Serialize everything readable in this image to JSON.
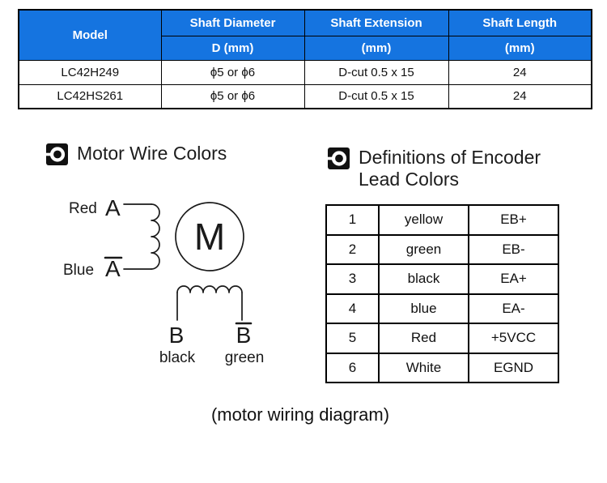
{
  "colors": {
    "header_bg": "#1574e0",
    "header_text": "#ffffff",
    "border": "#000000",
    "text": "#1a1a1a"
  },
  "spec_table": {
    "header": {
      "model": "Model",
      "col1_line1": "Shaft Diameter",
      "col1_line2": "D (mm)",
      "col2_line1": "Shaft Extension",
      "col2_line2": "(mm)",
      "col3_line1": "Shaft Length",
      "col3_line2": "(mm)"
    },
    "rows": [
      {
        "model": "LC42H249",
        "diameter": "ϕ5 or ϕ6",
        "extension": "D-cut 0.5 x 15",
        "length": "24"
      },
      {
        "model": "LC42HS261",
        "diameter": "ϕ5 or ϕ6",
        "extension": "D-cut 0.5 x 15",
        "length": "24"
      }
    ]
  },
  "sections": {
    "motor_wire_title": "Motor Wire Colors",
    "encoder_title_line1": "Definitions of Encoder",
    "encoder_title_line2": "Lead Colors"
  },
  "diagram": {
    "wire_a_color": "Red",
    "wire_a_label": "A",
    "wire_a_bar_color": "Blue",
    "wire_a_bar_label": "A",
    "motor_letter": "M",
    "wire_b_label": "B",
    "wire_b_color": "black",
    "wire_b_bar_label": "B",
    "wire_b_bar_color": "green"
  },
  "encoder_table": {
    "rows": [
      {
        "pin": "1",
        "color": "yellow",
        "signal": "EB+"
      },
      {
        "pin": "2",
        "color": "green",
        "signal": "EB-"
      },
      {
        "pin": "3",
        "color": "black",
        "signal": "EA+"
      },
      {
        "pin": "4",
        "color": "blue",
        "signal": "EA-"
      },
      {
        "pin": "5",
        "color": "Red",
        "signal": "+5VCC"
      },
      {
        "pin": "6",
        "color": "White",
        "signal": "EGND"
      }
    ]
  },
  "caption": "(motor wiring diagram)"
}
